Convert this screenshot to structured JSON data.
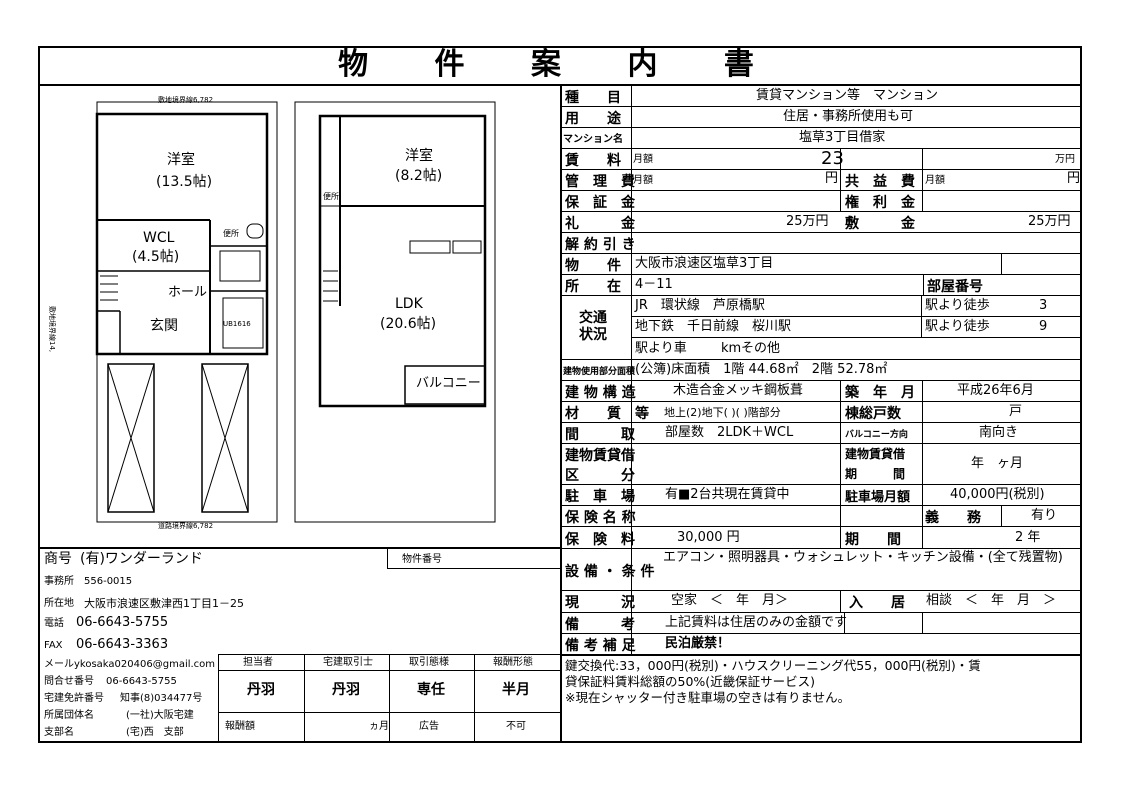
{
  "title": "物 件 案 内 書",
  "plan": {
    "lot_top": "敷地境界線6,782",
    "lot_bottom": "道路境界線6,782",
    "lot_side": "敷地境界線14,",
    "floor1": {
      "room1_name": "洋室",
      "room1_size": "(13.5帖)",
      "wcl_name": "WCL",
      "wcl_size": "(4.5帖)",
      "hall": "ホール",
      "entrance": "玄関",
      "toilet": "便所",
      "bath": "UB1616"
    },
    "floor2": {
      "room1_name": "洋室",
      "room1_size": "(8.2帖)",
      "ldk_name": "LDK",
      "ldk_size": "(20.6帖)",
      "balcony": "バルコニー",
      "toilet": "便所"
    }
  },
  "info": {
    "r1_label": "種　　目",
    "r1_value": "賃貸マンション等　マンション",
    "r2_label": "用　　途",
    "r2_value": "住居・事務所使用も可",
    "r3_label": "マンション名",
    "r3_value": "塩草3丁目借家",
    "r4_label": "賃　　料",
    "r4_month": "月額",
    "r4_value": "23",
    "r4_unit": "万円",
    "r5_label": "管　理　費",
    "r5_month": "月額",
    "r5_unit": "円",
    "r5b_label": "共　益　費",
    "r5b_month": "月額",
    "r5b_unit": "円",
    "r6_label": "保　証　金",
    "r6b_label": "権　利　金",
    "r7_label": "礼　　　金",
    "r7_value": "25万円",
    "r7b_label": "敷　　　金",
    "r7b_value": "25万円",
    "r8_label": "解 約 引 き",
    "r9_label": "物　　件",
    "r9_value": "大阪市浪速区塩草3丁目",
    "r10_label": "所　　在",
    "r10_value": "4－11",
    "r10b_label": "部屋番号",
    "transport_label": "交通\n状況",
    "t1_line": "JR　環状線　芦原橋駅",
    "t1_walk": "駅より徒歩",
    "t1_min": "3",
    "t2_line": "地下鉄　千日前線　桜川駅",
    "t2_walk": "駅より徒歩",
    "t2_min": "9",
    "t3_car": "駅より車",
    "t3_km": "km",
    "t3_other": "その他",
    "area_label": "建物使用部分面積",
    "area_value": "(公簿)床面積　1階 44.68㎡　2階 52.78㎡",
    "struct_label": "建 物 構 造",
    "struct_value": "木造合金メッキ鋼板葺",
    "built_label": "築　年　月",
    "built_value": "平成26年6月",
    "material_label": "材　　質　等",
    "material_value": "地上(2)地下(  )(  )階部分",
    "units_label": "棟総戸数",
    "units_value": "戸",
    "layout_label": "間　　　取",
    "layout_value": "部屋数　2LDK＋WCL",
    "dir_label": "バルコニー方向",
    "dir_value": "南向き",
    "lease_label1": "建物賃貸借",
    "lease_label2": "区　　　分",
    "lease_period_label1": "建物賃貸借",
    "lease_period_label2": "期　　　間",
    "lease_period_value": "年　ヶ月",
    "parking_label": "駐　車　場",
    "parking_value": "有■2台共現在賃貸中",
    "parking_fee_label": "駐車場月額",
    "parking_fee_value": "40,000円(税別)",
    "ins_name_label": "保 険 名 称",
    "duty_label": "義　　務",
    "duty_value": "有り",
    "ins_fee_label": "保　険　料",
    "ins_fee_value": "30,000 円",
    "ins_period_label": "期　　間",
    "ins_period_value": "2 年",
    "equip_label": "設 備 ・ 条 件",
    "equip_value": "エアコン・照明器具・ウォシュレット・キッチン設備・(全て残置物)",
    "status_label": "現　　　況",
    "status_value": "空家　＜　年　月＞",
    "move_label": "入　　居",
    "move_value": "相談　＜　年　月　＞",
    "note_label": "備　　　考",
    "note_value": "上記賃料は住居のみの金額です",
    "note2_label": "備 考 補 足",
    "note2_value": "民泊厳禁！",
    "remarks1": "鍵交換代:33，000円(税別)・ハウスクリーニング代55，000円(税別)・賃",
    "remarks2": "貸保証料賃料総額の50%(近畿保証サービス)",
    "remarks3": "※現在シャッター付き駐車場の空きは有りません。"
  },
  "company": {
    "name_label": "商号",
    "name": "(有)ワンダーランド",
    "office_label": "事務所",
    "office": "556-0015",
    "addr_label": "所在地",
    "addr": "大阪市浪速区敷津西1丁目1－25",
    "tel_label": "電話",
    "tel": "06-6643-5755",
    "fax_label": "FAX",
    "fax": "06-6643-3363",
    "mail_label": "メール",
    "mail": "ykosaka020406@gmail.com",
    "inq_label": "問合せ番号",
    "inq": "06-6643-5755",
    "lic_label": "宅建免許番号",
    "lic": "知事(8)034477号",
    "assoc_label": "所属団体名",
    "assoc": "(一社)大阪宅建",
    "branch_label": "支部名",
    "branch": "(宅)西　支部",
    "prop_no_label": "物件番号"
  },
  "staff": {
    "h1": "担当者",
    "h2": "宅建取引士",
    "h3": "取引態様",
    "h4": "報酬形態",
    "v1": "丹羽",
    "v2": "丹羽",
    "v3": "専任",
    "v4": "半月",
    "f1": "報酬額",
    "f2": "ヵ月",
    "f3": "広告",
    "f4": "不可"
  }
}
